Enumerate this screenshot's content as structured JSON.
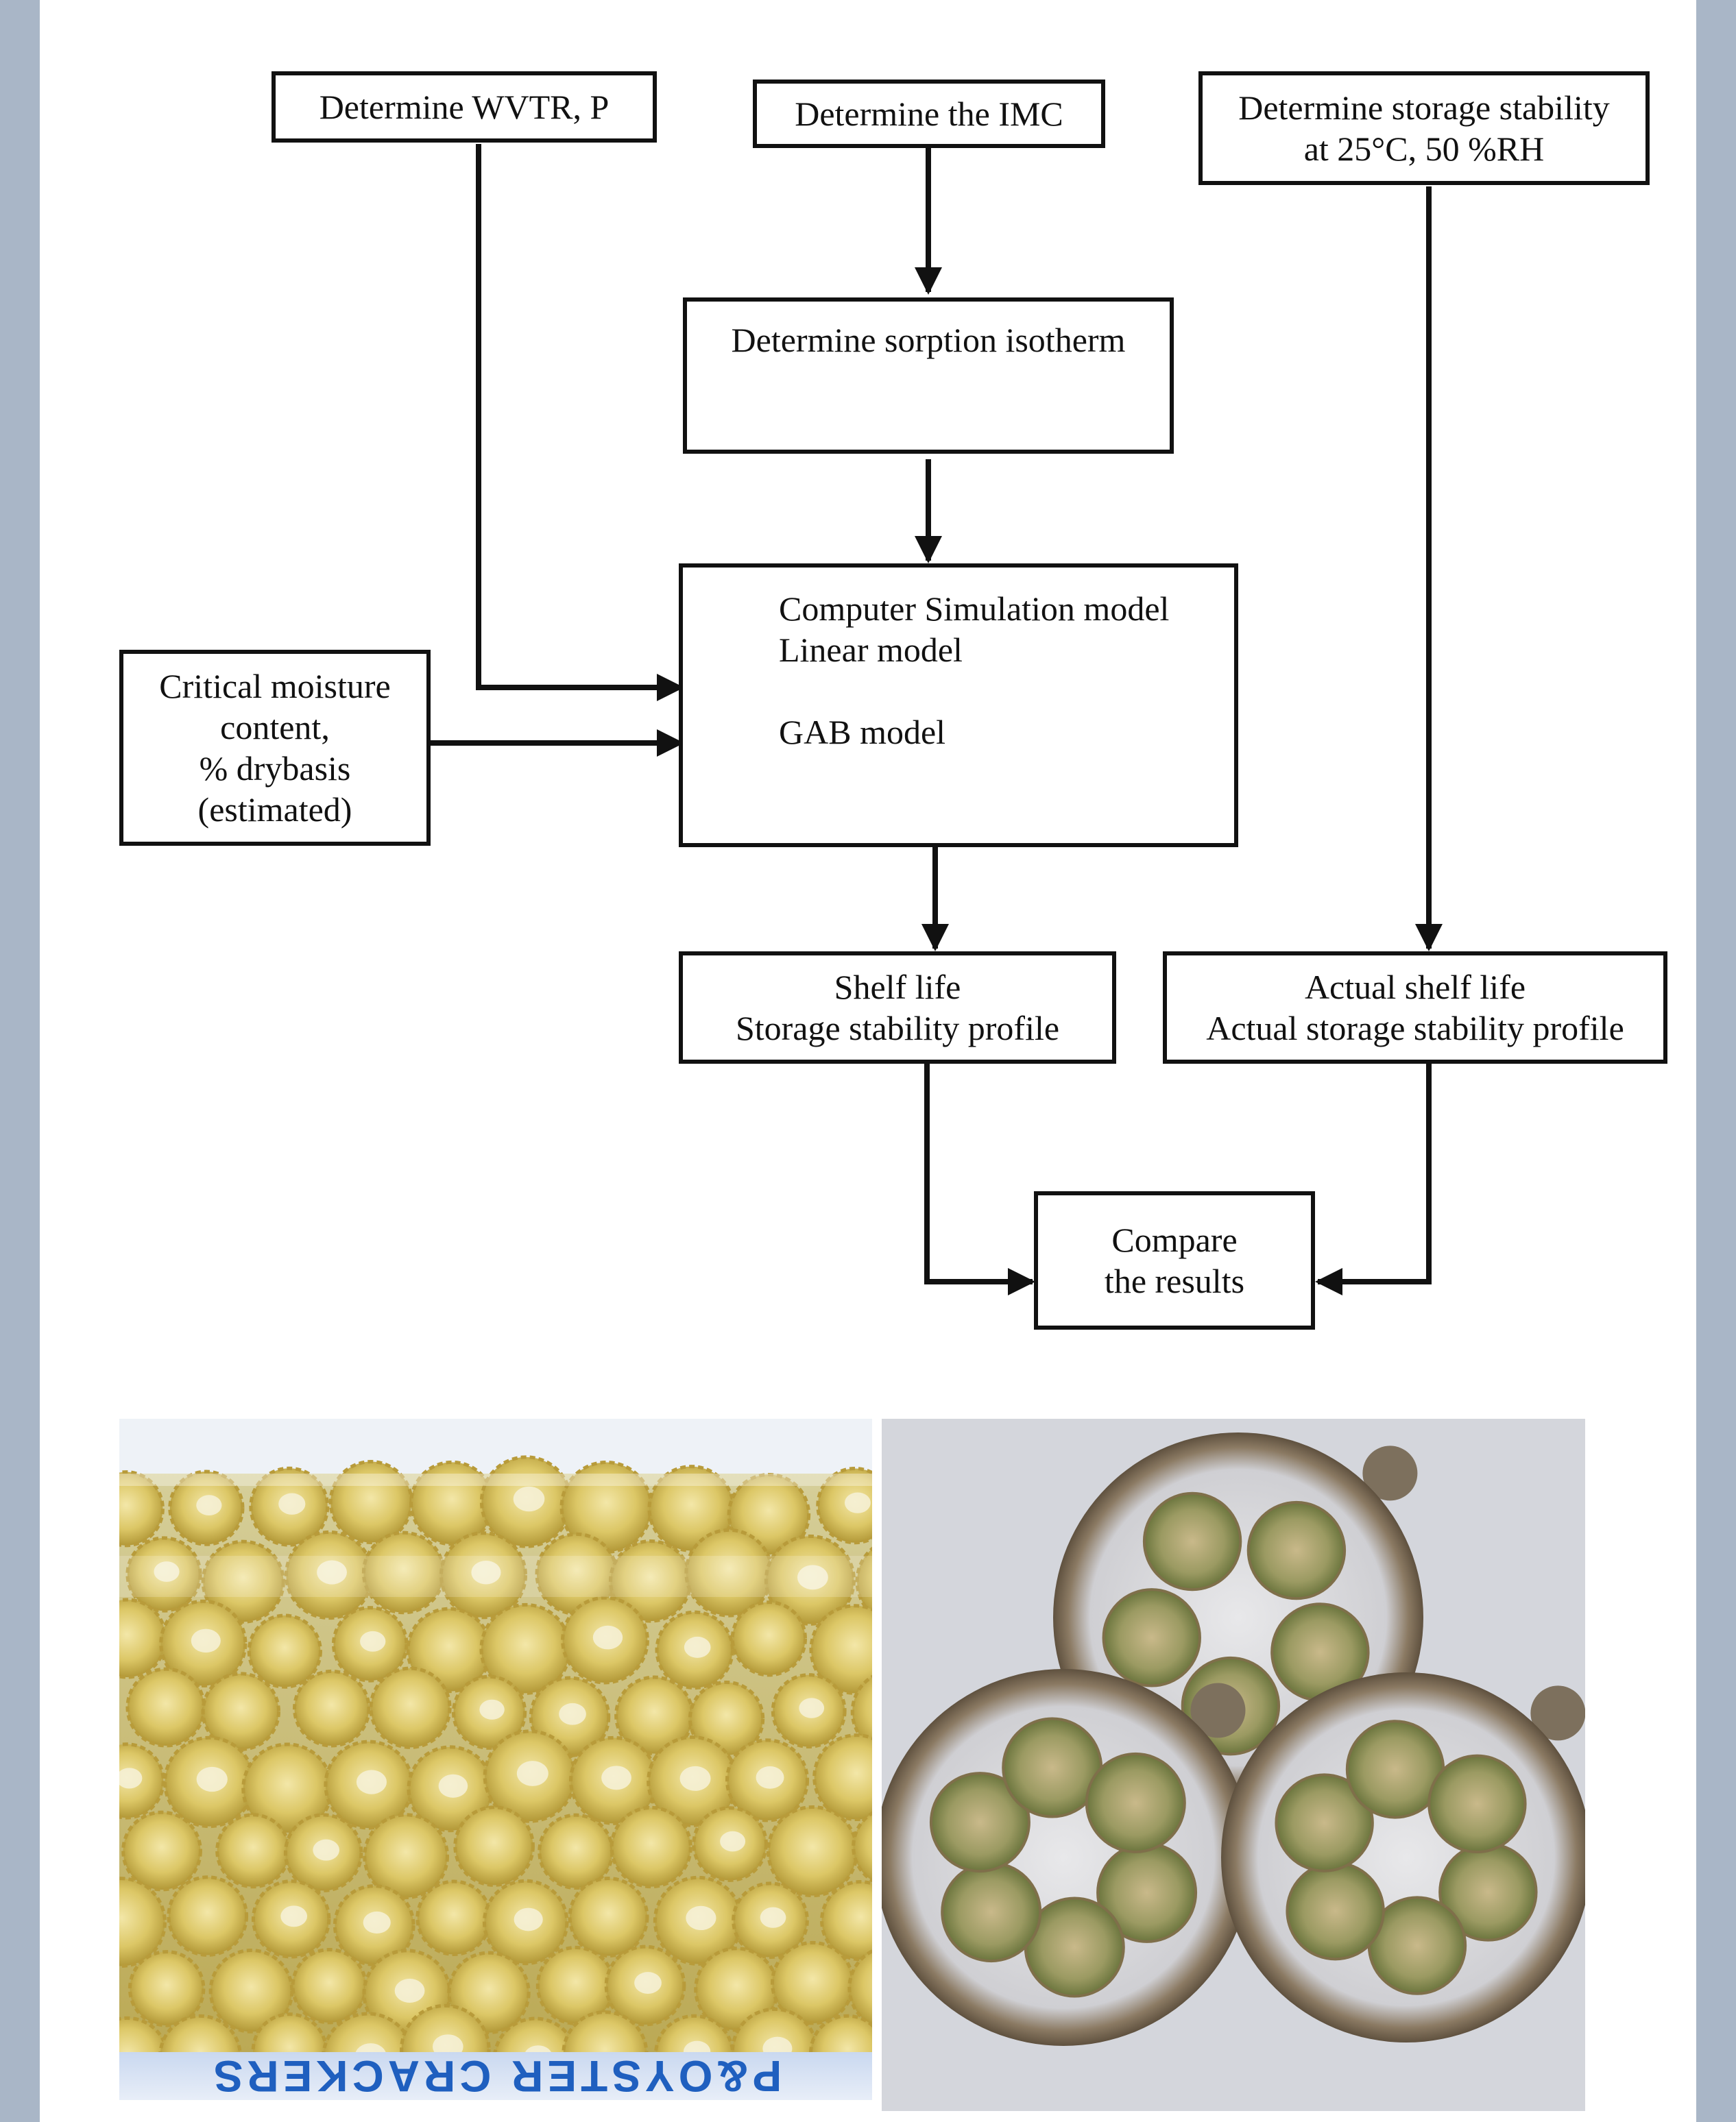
{
  "boxes": {
    "wvtr": {
      "lines": [
        "Determine WVTR, P"
      ]
    },
    "imc": {
      "lines": [
        "Determine the IMC"
      ]
    },
    "storage": {
      "lines": [
        "Determine storage stability",
        "at 25°C, 50 %RH"
      ]
    },
    "sorption": {
      "lines": [
        "Determine sorption isotherm"
      ]
    },
    "simulation": {
      "lines": [
        "Computer Simulation model",
        "Linear model",
        "",
        "GAB model"
      ]
    },
    "critical": {
      "lines": [
        "Critical moisture",
        "content,",
        "% drybasis",
        "(estimated)"
      ]
    },
    "shelf": {
      "lines": [
        "Shelf life",
        "Storage stability profile"
      ]
    },
    "actual": {
      "lines": [
        "Actual shelf life",
        "Actual storage stability profile"
      ]
    },
    "compare": {
      "lines": [
        "Compare",
        "the results"
      ]
    }
  },
  "photos": {
    "left": {
      "package_text": "P&OYSTER CRACKERS",
      "subject": "oyster crackers in plastic bag"
    },
    "right": {
      "subject": "moldy crackers in three foil dishes"
    }
  },
  "colors": {
    "line": "#111111",
    "frame": "#a9b6c7",
    "cracker": "#d9c46a",
    "mold": "#6e7a3c",
    "tray": "#9a8a74"
  }
}
